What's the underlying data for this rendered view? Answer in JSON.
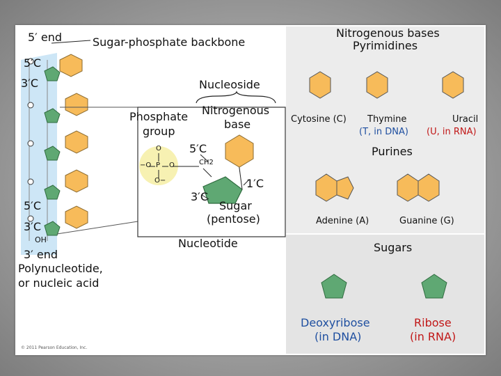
{
  "left_panel": {
    "five_prime_end": "5′ end",
    "backbone_label": "Sugar-phosphate backbone",
    "top_5c": "5′C",
    "top_3c": "3′C",
    "bottom_5c": "5′C",
    "bottom_3c": "3′C",
    "oh": "OH",
    "three_prime_end": "3′ end",
    "polynucleotide_line1": "Polynucleotide,",
    "polynucleotide_line2": "or nucleic acid"
  },
  "nucleotide": {
    "nucleoside_label": "Nucleoside",
    "phosphate_line1": "Phosphate",
    "phosphate_line2": "group",
    "nitrogenous_line1": "Nitrogenous",
    "nitrogenous_line2": "base",
    "five_c": "5′C",
    "ch2": "CH2",
    "one_c": "1′C",
    "three_c": "3′C",
    "sugar_line1": "Sugar",
    "sugar_line2": "(pentose)",
    "nucleotide_label": "Nucleotide",
    "phosphate_o_top": "O",
    "phosphate_o_left": "−O",
    "phosphate_p": "P",
    "phosphate_o_right": "O",
    "phosphate_o_bottom": "O−"
  },
  "bases": {
    "header_line1": "Nitrogenous bases",
    "header_line2": "Pyrimidines",
    "cytosine": "Cytosine (C)",
    "thymine": "Thymine",
    "thymine_note": "(T, in DNA)",
    "uracil": "Uracil",
    "uracil_note": "(U, in RNA)",
    "purines": "Purines",
    "adenine": "Adenine (A)",
    "guanine": "Guanine (G)"
  },
  "sugars": {
    "header": "Sugars",
    "deoxyribose_line1": "Deoxyribose",
    "deoxyribose_line2": "(in DNA)",
    "ribose_line1": "Ribose",
    "ribose_line2": "(in RNA)"
  },
  "copyright": "© 2011 Pearson Education, Inc.",
  "colors": {
    "backbone_blue": "#cde6f6",
    "base_orange": "#f7bb5a",
    "sugar_green": "#5fa873",
    "phosphate_yellow": "#f7f1b2",
    "ribose_red": "#c11717",
    "deoxy_blue": "#1f4fa0",
    "panel_gray": "#ececec"
  }
}
